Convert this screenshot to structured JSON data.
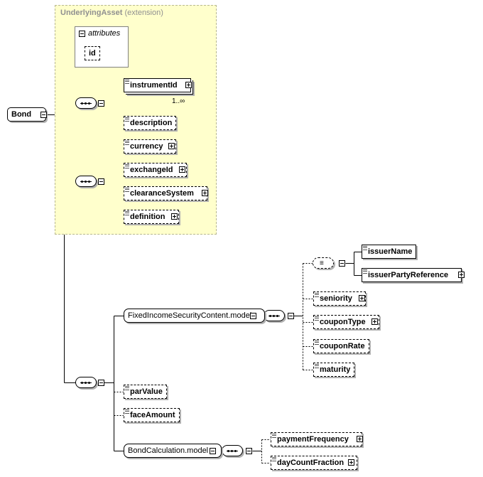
{
  "extension": {
    "name": "UnderlyingAsset",
    "note": "(extension)"
  },
  "attributes": {
    "title": "attributes",
    "items": [
      "id"
    ]
  },
  "root": {
    "label": "Bond"
  },
  "elements": {
    "instrumentId": "instrumentId",
    "instrumentId_cardinality": "1..∞",
    "description": "description",
    "currency": "currency",
    "exchangeId": "exchangeId",
    "clearanceSystem": "clearanceSystem",
    "definition": "definition",
    "issuerName": "issuerName",
    "issuerPartyReference": "issuerPartyReference",
    "seniority": "seniority",
    "couponType": "couponType",
    "couponRate": "couponRate",
    "maturity": "maturity",
    "parValue": "parValue",
    "faceAmount": "faceAmount",
    "paymentFrequency": "paymentFrequency",
    "dayCountFraction": "dayCountFraction"
  },
  "groups": {
    "fixedIncome": "FixedIncomeSecurityContent.model",
    "bondCalculation": "BondCalculation.model"
  },
  "colors": {
    "extension_background": "#ffffcc",
    "extension_border": "#b8b890",
    "lines": "#000000"
  }
}
